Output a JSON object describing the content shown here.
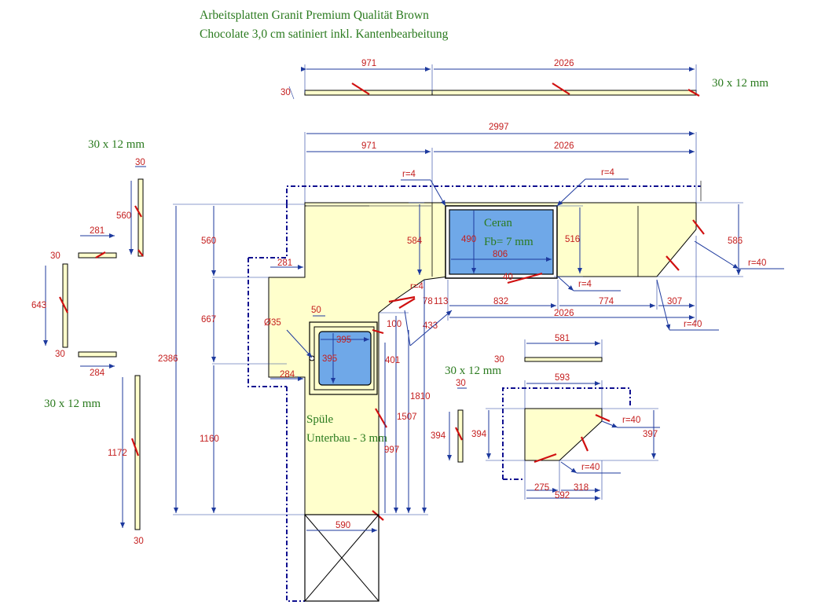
{
  "title": {
    "line1": "Arbeitsplatten Granit Premium Qualität Brown",
    "line2": "Chocolate 3,0 cm satiniert inkl. Kantenbearbeitung"
  },
  "strip_labels": {
    "top": "30 x 12 mm",
    "left_top": "30 x 12 mm",
    "left_bottom": "30 x 12 mm",
    "right": "30 x 12 mm"
  },
  "cutout_labels": {
    "cooktop": "Ceran",
    "cooktop_gap": "Fb= 7 mm",
    "sink": "Spüle",
    "sink_mount": "Unterbau - 3 mm",
    "tap_hole": "Ø35"
  },
  "dims": {
    "top_strip_a": "971",
    "top_strip_b": "2026",
    "top_strip_h": "30",
    "total_width": "2997",
    "seg_a": "971",
    "seg_b": "2026",
    "r_left": "r=4",
    "r_right": "r=4",
    "r_corner": "r=40",
    "r_cooktop": "r=4",
    "r_right_low": "r=40",
    "dep_right": "586",
    "cooktop_h": "490",
    "cooktop_h2": "516",
    "cooktop_w": "806",
    "cooktop_front": "40",
    "dep_mid": "584",
    "dep_inner": "r=4",
    "d78": "78",
    "d113": "113",
    "d832": "832",
    "d774": "774",
    "d307": "307",
    "d2026_low": "2026",
    "d433": "433",
    "left_281": "281",
    "left_560": "560",
    "left_667": "667",
    "left_2386": "2386",
    "left_1160": "1160",
    "sink_50": "50",
    "sink_395w": "395",
    "sink_395h": "395",
    "sink_100": "100",
    "sink_284": "284",
    "d401": "401",
    "d1810": "1810",
    "d1507": "1507",
    "d997": "997",
    "bottom_590": "590",
    "ls_30a": "30",
    "ls_560": "560",
    "ls_281": "281",
    "ls_30b": "30",
    "ls_643": "643",
    "ls_30c": "30",
    "ls_284": "284",
    "ls_1172": "1172",
    "ls_30d": "30",
    "rs_581": "581",
    "rs_30": "30",
    "rs_30b": "30",
    "rs_394": "394",
    "rs_394b": "394",
    "rs_593": "593",
    "rs_r40a": "r=40",
    "rs_397": "397",
    "rs_r40b": "r=40",
    "rs_275": "275",
    "rs_592": "592",
    "rs_318": "318"
  }
}
